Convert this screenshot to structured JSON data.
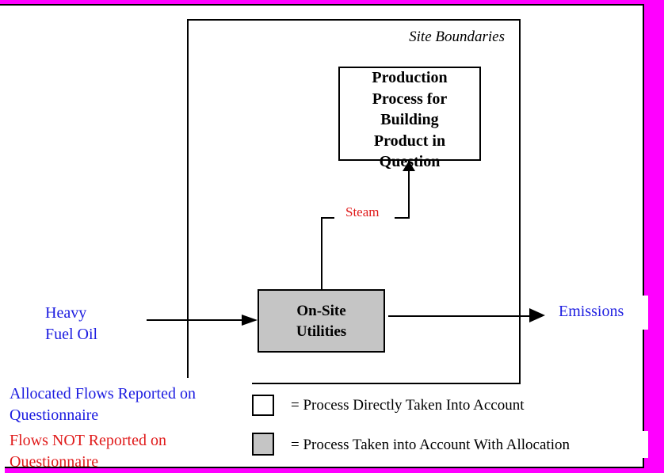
{
  "colors": {
    "magenta": "#ff00ff",
    "blue": "#1c1ce0",
    "red": "#e01b1b",
    "gray": "#c5c5c5"
  },
  "boundary": {
    "label": "Site Boundaries"
  },
  "production": {
    "line1": "Production",
    "line2": "Process for",
    "line3": "Building",
    "line4": "Product in",
    "line5": "Question"
  },
  "utilities": {
    "line1": "On-Site",
    "line2": "Utilities"
  },
  "flows": {
    "steam": "Steam",
    "heavy_fuel_oil_line1": "Heavy",
    "heavy_fuel_oil_line2": "Fuel Oil",
    "emissions": "Emissions"
  },
  "notes": {
    "allocated_line1": "Allocated Flows Reported on",
    "allocated_line2": "Questionnaire",
    "not_reported_line1": "Flows NOT Reported on",
    "not_reported_line2": "Questionnaire"
  },
  "legend": {
    "item1": "= Process Directly Taken Into Account",
    "item2": "= Process Taken into Account With Allocation"
  }
}
